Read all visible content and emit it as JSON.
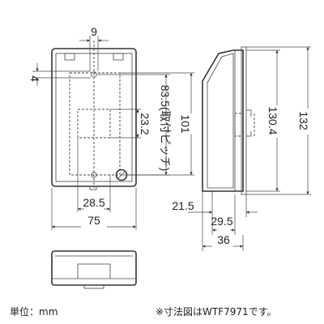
{
  "dimensions": {
    "hole_spacing": "9",
    "hole_offset": "4",
    "window_height": "23.2",
    "mount_pitch": "83.5(取付ピッチ)",
    "inner_height": "101",
    "window_width": "28.5",
    "outer_width": "75",
    "side_height_inner": "130.4",
    "side_height_outer": "132",
    "side_offset": "21.5",
    "side_depth_inner": "29.5",
    "side_depth_outer": "36"
  },
  "notes": {
    "unit": "単位：mm",
    "reference": "※寸法図はWTF7971です。"
  }
}
